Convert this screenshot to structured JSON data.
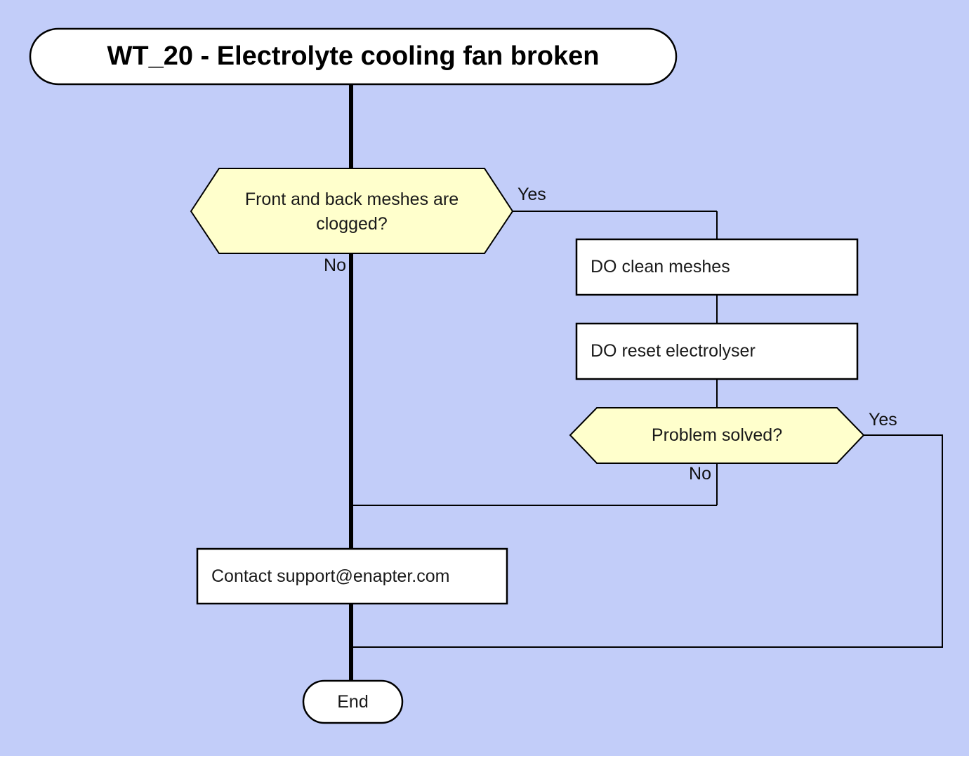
{
  "diagram": {
    "title": "WT_20 - Electrolyte cooling fan broken",
    "nodes": {
      "decision_meshes_clogged": {
        "line1": "Front and back meshes are",
        "line2": "clogged?"
      },
      "process_clean_meshes": "DO clean meshes",
      "process_reset_electrolyser": "DO reset electrolyser",
      "decision_problem_solved": "Problem solved?",
      "process_contact_support": "Contact support@enapter.com",
      "end": "End"
    },
    "edge_labels": {
      "meshes_clogged_yes": "Yes",
      "meshes_clogged_no": "No",
      "problem_solved_yes": "Yes",
      "problem_solved_no": "No"
    },
    "colors": {
      "background": "#c2cdf9",
      "decision_fill": "#ffffcc",
      "process_fill": "#ffffff",
      "stroke": "#000000",
      "text": "#1a1a1a"
    }
  }
}
